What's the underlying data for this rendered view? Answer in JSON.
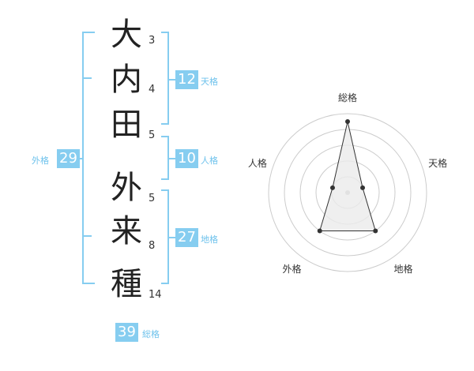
{
  "name": {
    "characters": [
      {
        "char": "大",
        "strokes": "3"
      },
      {
        "char": "内",
        "strokes": "4"
      },
      {
        "char": "田",
        "strokes": "5"
      },
      {
        "char": "外",
        "strokes": "5"
      },
      {
        "char": "来",
        "strokes": "8"
      },
      {
        "char": "種",
        "strokes": "14"
      }
    ]
  },
  "fortune": {
    "tenkaku": {
      "value": "12",
      "label": "天格"
    },
    "jinkaku": {
      "value": "10",
      "label": "人格"
    },
    "chikaku": {
      "value": "27",
      "label": "地格"
    },
    "gaikaku": {
      "value": "29",
      "label": "外格"
    },
    "soukaku": {
      "value": "39",
      "label": "総格"
    }
  },
  "chart_data": {
    "type": "radar",
    "axes": [
      "総格",
      "天格",
      "地格",
      "外格",
      "人格"
    ],
    "values": [
      0.9,
      0.2,
      0.6,
      0.6,
      0.2
    ],
    "rings": 5,
    "colors": {
      "fill": "#ebebeb",
      "stroke": "#333333",
      "ring": "#cccccc",
      "center": "#bbbbbb"
    }
  },
  "theme": {
    "accent": "#86cdf0"
  }
}
